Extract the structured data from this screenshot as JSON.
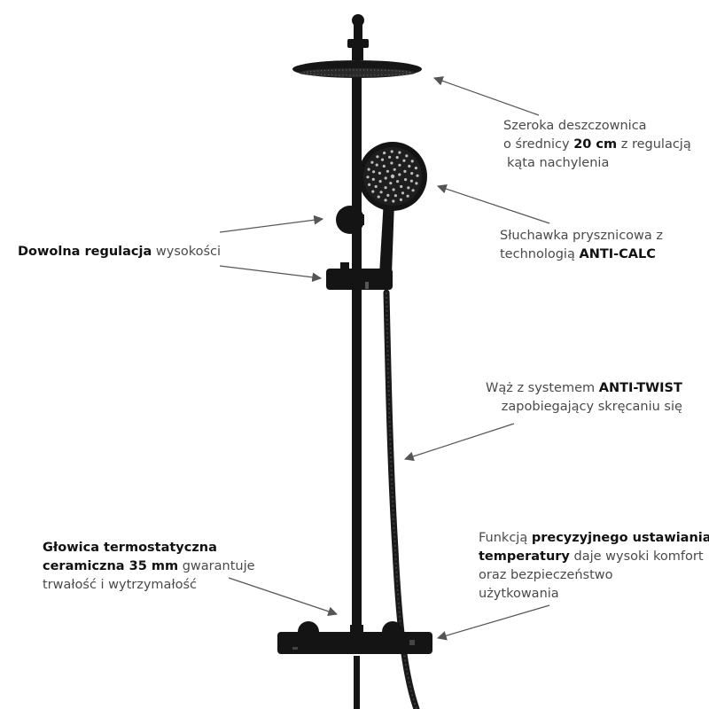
{
  "annotations": {
    "rain_shower": {
      "line1": "Szeroka deszczownica",
      "line2_pre": "o średnicy ",
      "line2_bold": "20 cm",
      "line2_post": " z regulacją",
      "line3": "kąta nachylenia"
    },
    "handset": {
      "line1": "Słuchawka prysznicowa z",
      "line2_pre": "technologią ",
      "line2_bold": "ANTI-CALC"
    },
    "height": {
      "bold": "Dowolna regulacja",
      "rest": " wysokości"
    },
    "hose": {
      "line1_pre": "Wąż z systemem ",
      "line1_bold": "ANTI-TWIST",
      "line2": "zapobiegający skręcaniu się"
    },
    "cartridge": {
      "line1_bold": "Głowica termostatyczna",
      "line2_bold": "ceramiczna 35 mm",
      "line2_post": " gwarantuje",
      "line3": "trwałość i wytrzymałość"
    },
    "temperature": {
      "line1_pre": "Funkcją ",
      "line1_bold": "precyzyjnego ustawiania",
      "line2_bold": "temperatury",
      "line2_post": " daje wysoki komfort",
      "line3": "oraz bezpieczeństwo",
      "line4": "użytkowania"
    }
  },
  "colors": {
    "product": "#111111",
    "arrow": "#555555",
    "text": "#4a4a4a"
  }
}
